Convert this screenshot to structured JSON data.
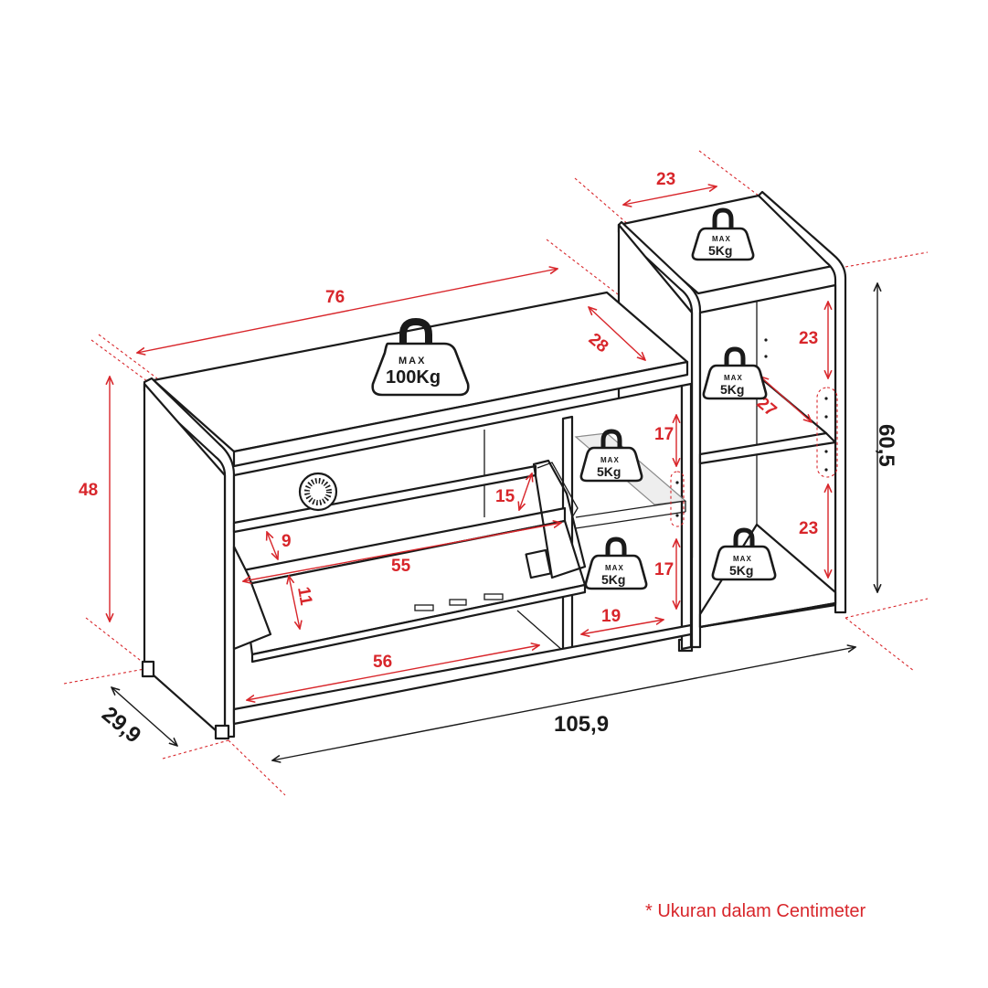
{
  "colors": {
    "dimension": "#d8262b",
    "outline": "#1a1a1a",
    "background": "#ffffff"
  },
  "dimensions": {
    "bench_length": "76",
    "bench_height": "48",
    "bench_top_depth": "28",
    "total_depth": "29,9",
    "total_length": "105,9",
    "shelf_width": "23",
    "shelf_height": "60,5",
    "shelf_upper_gap": "23",
    "shelf_lower_gap": "23",
    "shelf_depth": "27",
    "bench_upper_gap": "17",
    "bench_lower_gap": "17",
    "bench_inner_width": "19",
    "flap_depth_top": "15",
    "flap_gap_upper": "9",
    "flap_inner_width": "55",
    "flap_gap_lower": "11",
    "bottom_inner_width": "56"
  },
  "weights": {
    "max_label": "MAX",
    "bench_top": "100Kg",
    "shelf_top": "5Kg",
    "shelf_middle": "5Kg",
    "shelf_bottom": "5Kg",
    "bench_inner_upper": "5Kg",
    "bench_inner_lower": "5Kg"
  },
  "footnote": "* Ukuran dalam Centimeter"
}
